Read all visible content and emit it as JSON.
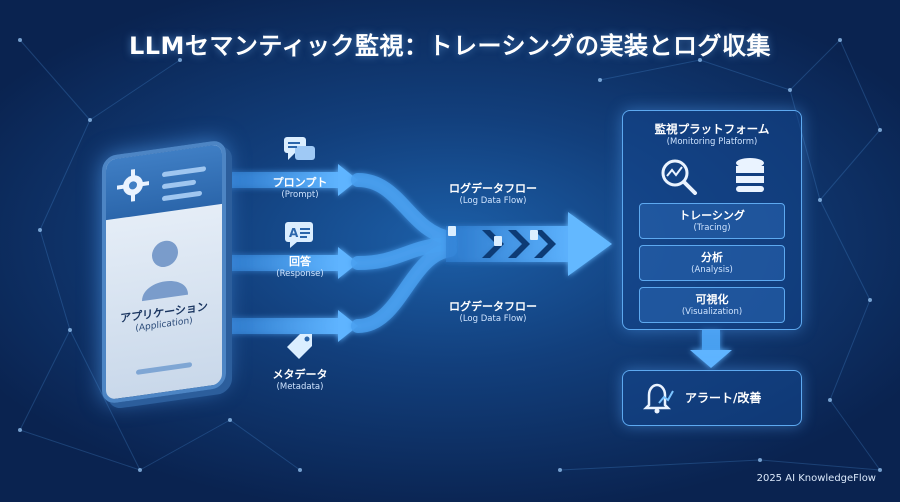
{
  "title": "LLMセマンティック監視：トレーシングの実装とログ収集",
  "application": {
    "label": "アプリケーション",
    "sub": "(Application)"
  },
  "inputs": [
    {
      "label": "プロンプト",
      "sub": "(Prompt)",
      "icon": "chat-bubbles-icon"
    },
    {
      "label": "回答",
      "sub": "(Response)",
      "icon": "text-document-icon"
    },
    {
      "label": "メタデータ",
      "sub": "(Metadata)",
      "icon": "tag-icon"
    }
  ],
  "log_flow_top": {
    "label": "ログデータフロー",
    "sub": "(Log Data Flow)"
  },
  "log_flow_bottom": {
    "label": "ログデータフロー",
    "sub": "(Log Data Flow)"
  },
  "platform": {
    "title": "監視プラットフォーム",
    "sub": "(Monitoring Platform)",
    "modules": [
      {
        "label": "トレーシング",
        "sub": "(Tracing)"
      },
      {
        "label": "分析",
        "sub": "(Analysis)"
      },
      {
        "label": "可視化",
        "sub": "(Visualization)"
      }
    ]
  },
  "alert": {
    "label": "アラート/改善",
    "icon": "bell-alert-icon"
  },
  "copyright": "2025 AI KnowledgeFlow",
  "colors": {
    "accent": "#4aa8ff",
    "background": "#0f3a74",
    "glow": "#7cc4ff"
  }
}
